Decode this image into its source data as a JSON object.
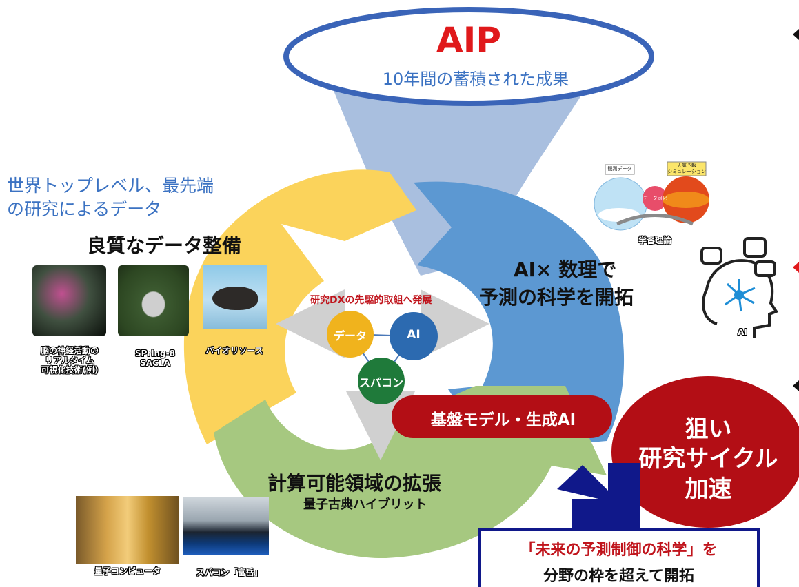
{
  "aip": {
    "title": "AIP",
    "subtitle": "10年間の蓄積された成果"
  },
  "world_text": {
    "line1": "世界トップレベル、最先端",
    "line2": "の研究によるデータ"
  },
  "good_data": "良質なデータ整備",
  "ai_math": {
    "line1": "AI× 数理で",
    "line2": "予測の科学を開拓"
  },
  "research_dx": "研究DXの先駆的取組へ発展",
  "circles": {
    "data": "データ",
    "ai": "AI",
    "supercomputer": "スパコン"
  },
  "foundation_model": "基盤モデル・生成AI",
  "aim": {
    "line1": "狙い",
    "line2": "研究サイクル",
    "line3": "加速"
  },
  "compute": {
    "title": "計算可能領域の拡張",
    "subtitle": "量子古典ハイブリット"
  },
  "future_box": {
    "line1": "「未来の予測制御の科学」を",
    "line2": "分野の枠を超えて開拓"
  },
  "captions": {
    "brain": [
      "脳の神経活動の",
      "リアルタイム",
      "可視化技術(例)"
    ],
    "spring8": [
      "SPring-8",
      "SACLA"
    ],
    "bioresource": "バイオリソース",
    "learning_theory": "学習理論",
    "ai_icon": "AI",
    "quantum": "量子コンピュータ",
    "fugaku": "スパコン「富岳」"
  },
  "weather_labels": {
    "obs": "観測データ",
    "assim": "データ同化",
    "sim_line1": "天気予報",
    "sim_line2": "シミュレーション"
  },
  "colors": {
    "aip_red": "#e0191b",
    "ellipse_border": "#3a64b8",
    "funnel": "#a9bfdf",
    "yellow_arc": "#fbd35b",
    "blue_arc": "#5c98d2",
    "green_arc": "#a6c880",
    "dark_red": "#b30e15",
    "navy": "#10188a",
    "text_blue": "#3b72c2",
    "data_circle": "#f0b31d",
    "ai_circle": "#2c6ab0",
    "sc_circle": "#1f7a3a"
  }
}
